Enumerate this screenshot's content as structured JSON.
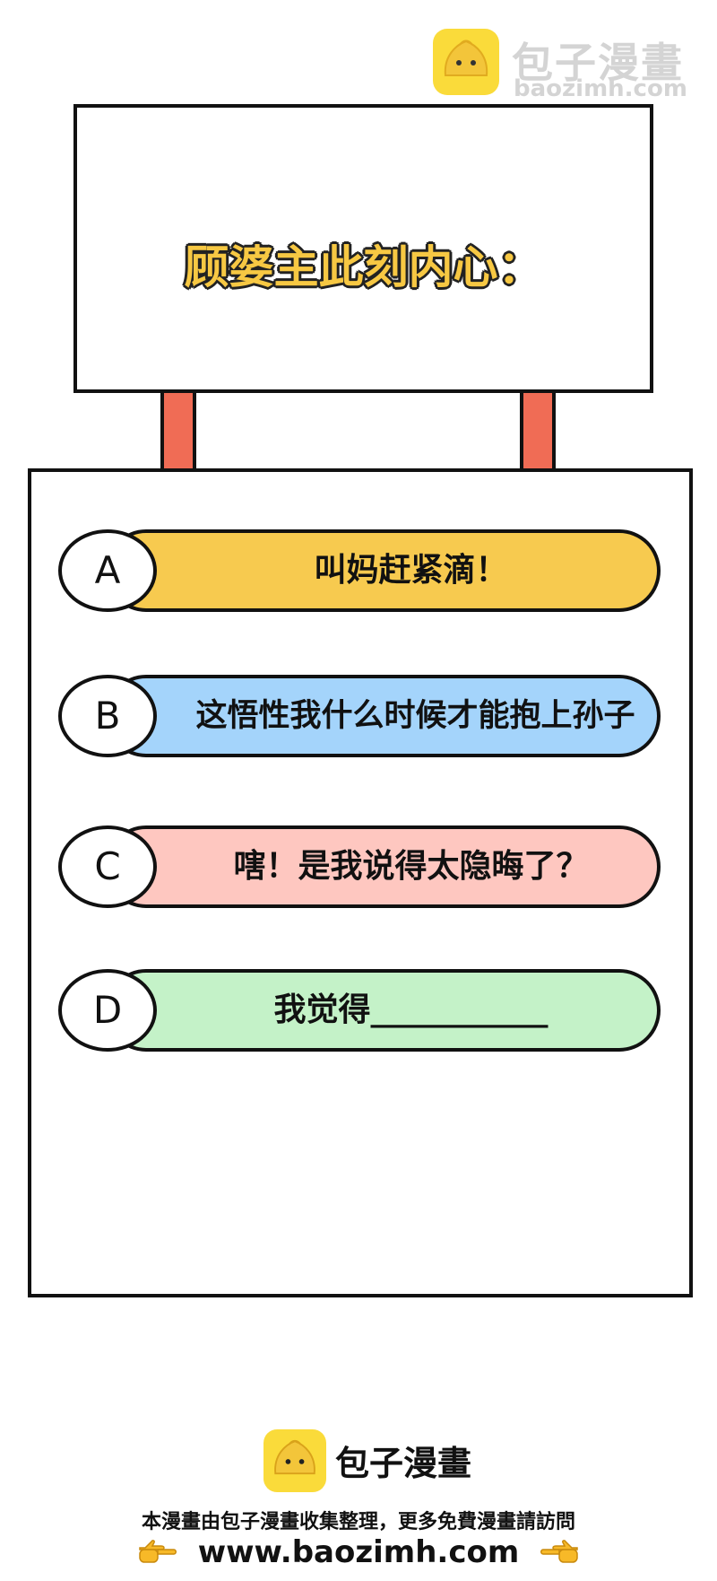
{
  "watermark": {
    "title": "包子漫畫",
    "url": "baozimh.com"
  },
  "sign": {
    "title": "顾婆主此刻内心："
  },
  "options": [
    {
      "letter": "A",
      "text": "叫妈赶紧滴！",
      "color": "#f7ca4f"
    },
    {
      "letter": "B",
      "text": "这悟性我什么时候才能抱上孙子",
      "color": "#a4d4fb"
    },
    {
      "letter": "C",
      "text": "嗐！是我说得太隐晦了？",
      "color": "#fec7c0"
    },
    {
      "letter": "D",
      "text": "我觉得___________",
      "color": "#c4f2c8"
    }
  ],
  "footer": {
    "brand": "包子漫畫",
    "notice": "本漫畫由包子漫畫收集整理，更多免費漫畫請訪問",
    "url": "www.baozimh.com",
    "left_icon": "pointing-right-hand-icon",
    "right_icon": "pointing-left-hand-icon"
  },
  "colors": {
    "post": "#f06c55",
    "sign_title": "#f7c843",
    "logo": "#fadb3a"
  }
}
